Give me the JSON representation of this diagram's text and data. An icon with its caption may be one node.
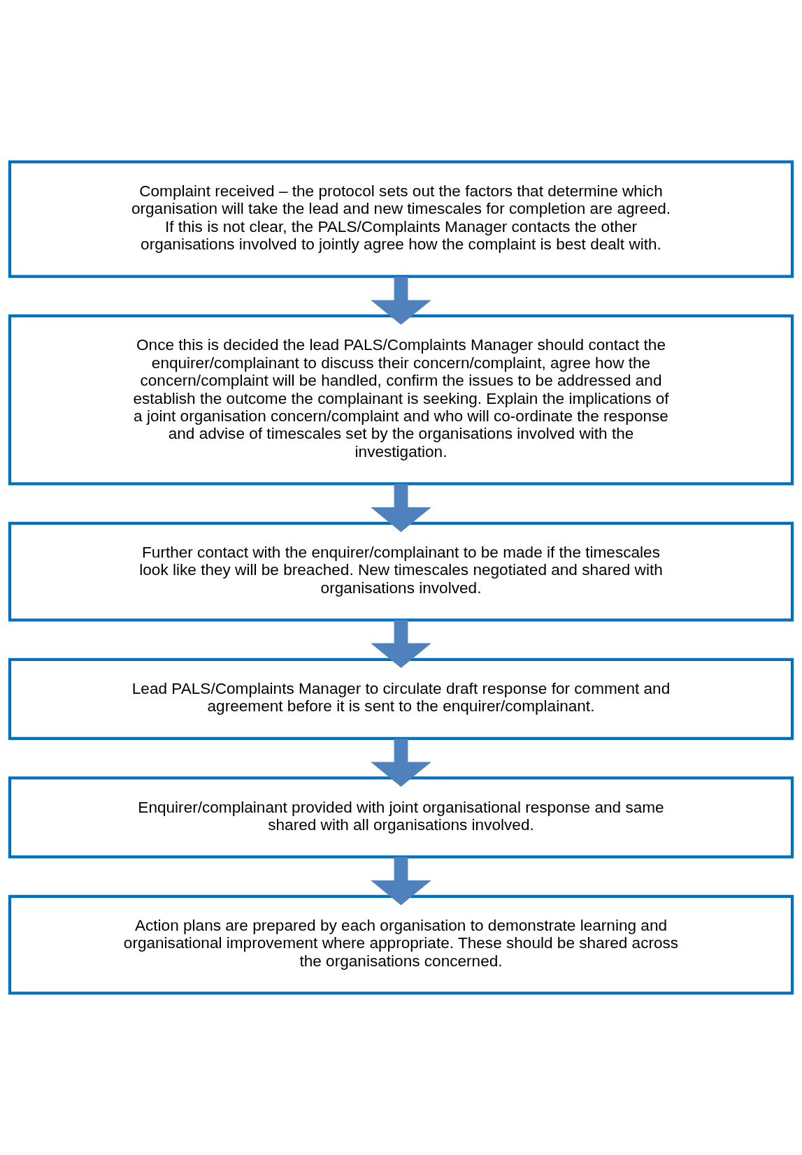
{
  "diagram": {
    "nodes": [
      {
        "text": [
          "Complaint received – the protocol sets out the factors that determine which organisation will take the lead and new timescales for completion are agreed. If this is not clear, the PALS/Complaints Manager contacts the other organisations involved to jointly agree how the complaint is best dealt with."
        ]
      },
      {
        "text": [
          "Once this is decided the lead PALS/Complaints Manager should contact the enquirer/complainant to discuss their concern/complaint, agree how the concern/complaint will be handled, confirm the issues to be addressed and establish the outcome the complainant is seeking. Explain the implications of a joint organisation concern/complaint and who will co-ordinate the response and advise of timescales set by the organisations involved with the investigation."
        ]
      },
      {
        "text": [
          "Further contact with the enquirer/complainant to be made if the timescales look like they will be breached. New timescales negotiated and shared with organisations involved."
        ]
      },
      {
        "text": [
          "Lead PALS/Complaints Manager to circulate draft response for comment and agreement before it is sent to the enquirer/complainant."
        ]
      },
      {
        "text": [
          "Enquirer/complainant provided with joint organisational response and same shared with all organisations involved."
        ]
      },
      {
        "text": [
          "Action plans are prepared by each organisation to demonstrate learning and organisational improvement where appropriate. These should be shared across the organisations concerned."
        ]
      }
    ],
    "edges": [
      {
        "from": 0,
        "to": 1,
        "arrow": "to"
      },
      {
        "from": 1,
        "to": 2,
        "arrow": "to"
      },
      {
        "from": 2,
        "to": 3,
        "arrow": "to"
      },
      {
        "from": 3,
        "to": 4,
        "arrow": "to"
      },
      {
        "from": 4,
        "to": 5,
        "arrow": "to"
      }
    ]
  }
}
